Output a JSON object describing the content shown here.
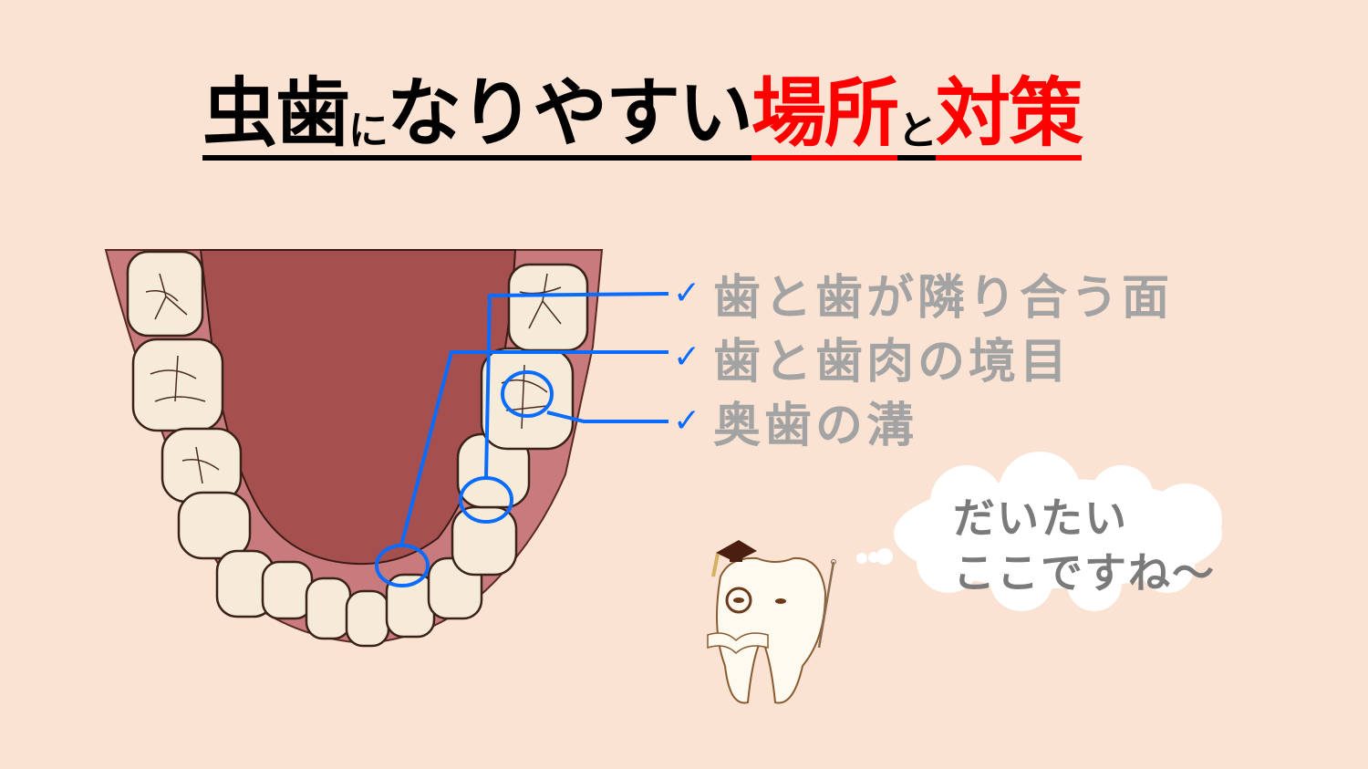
{
  "title": {
    "part1": "虫歯",
    "part2": "に",
    "part3": "なりやすい",
    "part4": "場所",
    "part5": "と",
    "part6": "対策"
  },
  "points": [
    {
      "check": "✓",
      "label": "歯と歯が隣り合う面"
    },
    {
      "check": "✓",
      "label": "歯と歯肉の境目"
    },
    {
      "check": "✓",
      "label": "奥歯の溝"
    }
  ],
  "speech_bubble": {
    "line1": "だいたい",
    "line2": "ここですね〜"
  },
  "colors": {
    "background": "#fbe3d4",
    "title_black": "#000000",
    "title_red": "#ff0000",
    "pointer_blue": "#0a6cff",
    "label_gray": "#a3a3a3"
  }
}
